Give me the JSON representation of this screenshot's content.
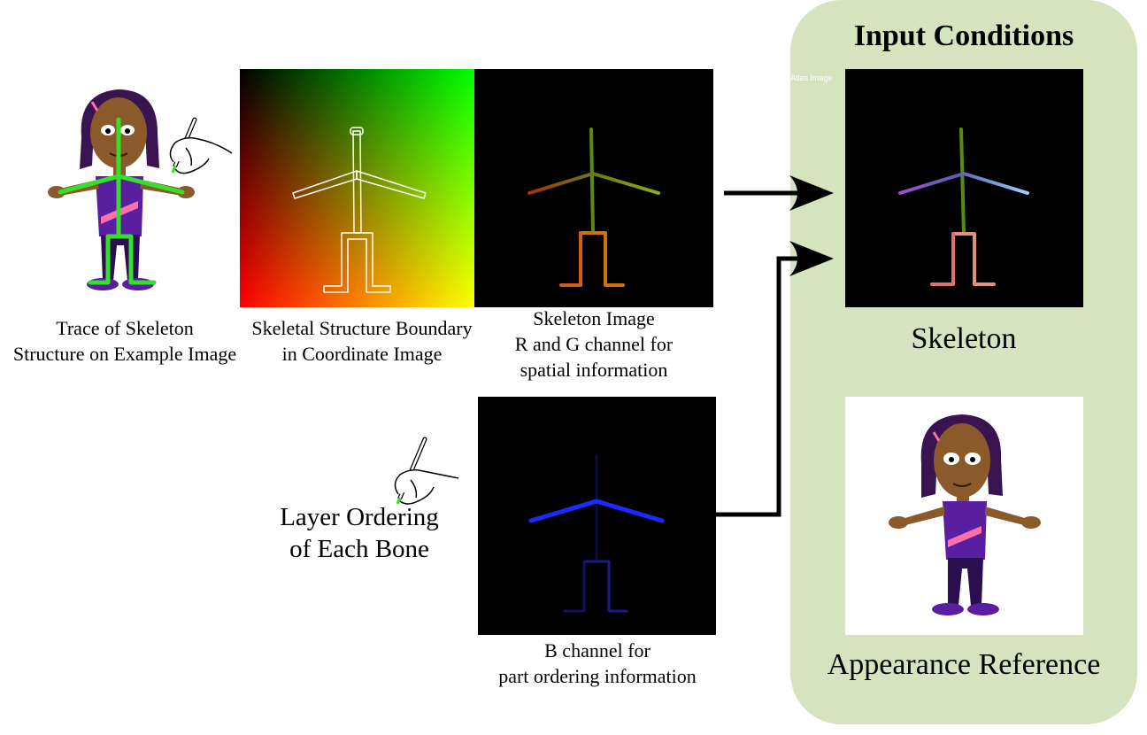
{
  "panel": {
    "title": "Input Conditions",
    "skeleton_label": "Skeleton",
    "appearance_label": "Appearance Reference",
    "atlas_label": "Atlas Image"
  },
  "captions": {
    "trace": [
      "Trace of Skeleton",
      "Structure on Example Image"
    ],
    "boundary": [
      "Skeletal Structure Boundary",
      "in  Coordinate Image"
    ],
    "skeleton_image": [
      "Skeleton Image",
      "R and G channel for",
      "spatial information"
    ],
    "layer_ordering": [
      "Layer Ordering",
      "of Each Bone"
    ],
    "b_channel": [
      "B channel for",
      "part ordering information"
    ]
  },
  "colors": {
    "panel_background": "#d5e4bf",
    "skeleton_trace": "#33e02a",
    "character_purple": "#4a1a7a",
    "character_skin": "#8b5a2b",
    "bone_blue": "#1a2bff"
  },
  "icons": [
    "hand-with-pen-icon",
    "arrow-right-icon"
  ]
}
